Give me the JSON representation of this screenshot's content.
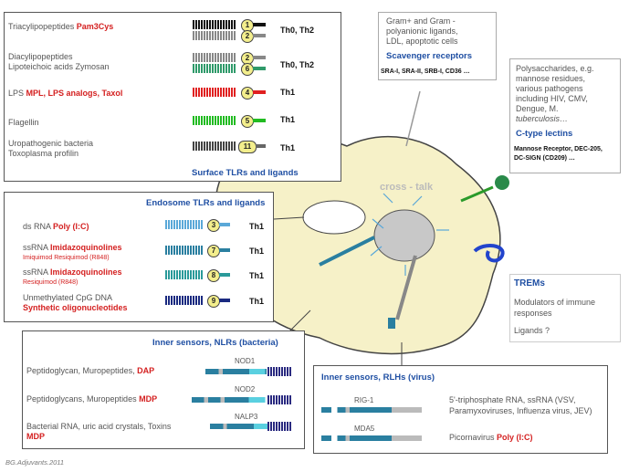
{
  "surface": {
    "title": "Surface TLRs and ligands",
    "rows": [
      {
        "line1": "Triacylipopeptides",
        "line1_red": "Pam3Cys",
        "line2": "",
        "line2_red": "",
        "th": "Th0, Th2",
        "nums": [
          "1",
          "2"
        ]
      },
      {
        "line1": "Diacylipopeptides",
        "line1_red": "",
        "line2": "Lipoteichoic acids  Zymosan",
        "line2_red": "",
        "th": "Th0, Th2",
        "nums": [
          "2",
          "6"
        ]
      },
      {
        "line1": "LPS",
        "line1_red": "MPL, LPS analogs, Taxol",
        "th": "Th1",
        "nums": [
          "4"
        ]
      },
      {
        "line1": "Flagellin",
        "th": "Th1",
        "nums": [
          "5"
        ]
      },
      {
        "line1": "Uropathogenic bacteria",
        "line2": "Toxoplasma profilin",
        "th": "Th1",
        "nums": [
          "11"
        ]
      }
    ]
  },
  "scavenger": {
    "text": [
      "Gram+ and Gram -",
      "polyanionic ligands,",
      "LDL, apoptotic cells"
    ],
    "title": "Scavenger receptors",
    "sub": "SRA-I, SRA-II, SRB-I, CD36 …"
  },
  "ctype": {
    "text": [
      "Polysaccharides, e.g.",
      "mannose residues,",
      "various pathogens",
      "including HIV, CMV,",
      "Dengue, M.",
      "tuberculosis…"
    ],
    "title": "C-type lectins",
    "sub": [
      "Mannose Receptor, DEC-205,",
      "DC-SIGN (CD209) …"
    ]
  },
  "endosome": {
    "title": "Endosome TLRs and ligands",
    "rows": [
      {
        "a": "ds RNA",
        "b": "Poly (I:C)",
        "sub": "",
        "th": "Th1",
        "num": "3"
      },
      {
        "a": "ssRNA",
        "b": "Imidazoquinolines",
        "sub": "Imiquimod Resiquimod (R848)",
        "th": "Th1",
        "num": "7"
      },
      {
        "a": "ssRNA",
        "b": "Imidazoquinolines",
        "sub": "Resiquimod (R848)",
        "th": "Th1",
        "num": "8"
      },
      {
        "a": "Unmethylated CpG DNA",
        "b": "Synthetic oligonucleotides",
        "sub": "",
        "th": "Th1",
        "num": "9"
      }
    ]
  },
  "crosstalk": "cross - talk",
  "trems": {
    "title": "TREMs",
    "text": [
      "Modulators of immune",
      "responses"
    ],
    "ligands": "Ligands ?"
  },
  "nlr": {
    "title": "Inner sensors, NLRs (bacteria)",
    "rows": [
      {
        "a": "Peptidoglycan, Muropeptides,",
        "b": "DAP",
        "label": "NOD1"
      },
      {
        "a": "Peptidoglycans, Muropeptides",
        "b": "MDP",
        "label": "NOD2"
      },
      {
        "a": "Bacterial RNA, uric acid crystals, Toxins",
        "b": "MDP",
        "label": "NALP3"
      }
    ]
  },
  "rlh": {
    "title": "Inner sensors, RLHs (virus)",
    "rows": [
      {
        "label": "RIG-1",
        "text1": "5'-triphosphate RNA, ssRNA (VSV,",
        "text2": "Paramyxoviruses, Influenza virus, JEV)"
      },
      {
        "label": "MDA5",
        "text1": "Picornavirus",
        "red": "Poly (I:C)"
      }
    ]
  },
  "footer": "BG.Adjuvants.2011",
  "colors": {
    "accent_red": "#d42020",
    "title_blue": "#1f4fa3",
    "cell_fill": "#f6f1c8",
    "tlr_orange": "#ffe36e",
    "tlr_black": "#111111",
    "tlr2_gray": "#888888",
    "tlr6_green": "#2f9a6a",
    "tlr4_red": "#e02020",
    "tlr5_green": "#22bb22",
    "tlr11_gray": "#666666",
    "tlr3_blue": "#5aa8d8",
    "tlr7_teal": "#2a7fa0",
    "tlr8_teal": "#2a9a9a",
    "tlr9_navy": "#1a2a80"
  }
}
